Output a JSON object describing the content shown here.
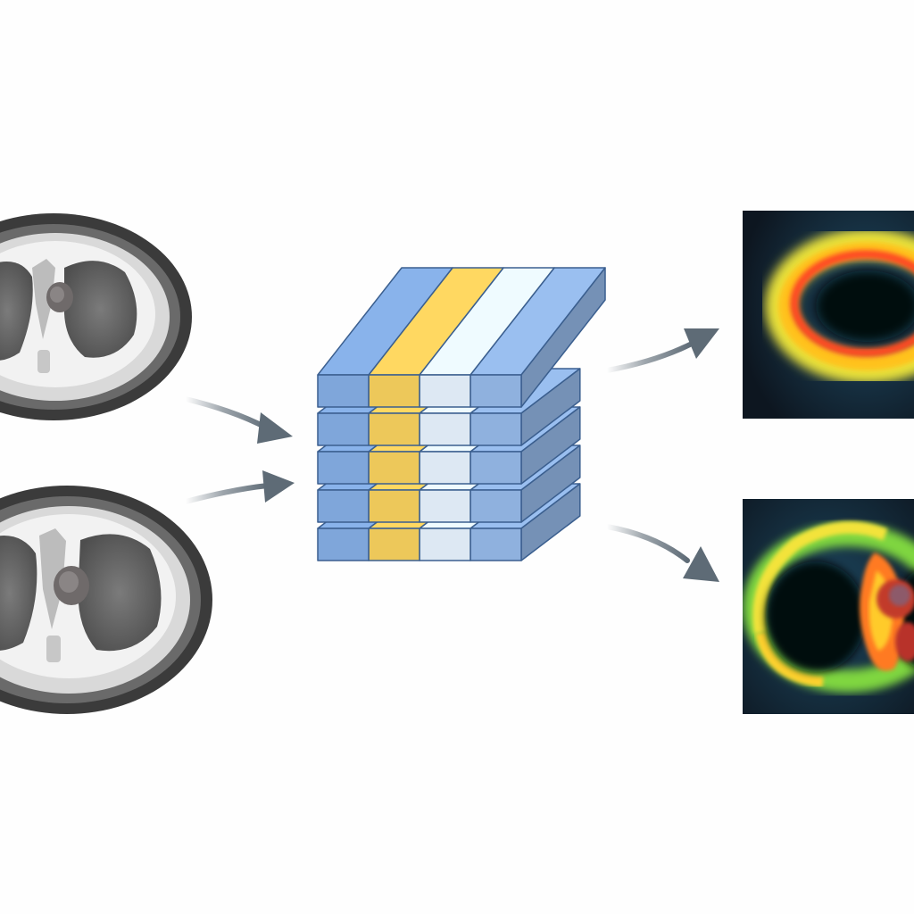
{
  "diagram": {
    "inputs": [
      {
        "name": "ct-scan-upper",
        "icon": "ct-slice-icon"
      },
      {
        "name": "ct-scan-lower",
        "icon": "ct-slice-icon"
      }
    ],
    "model": {
      "icon": "layered-block-stack-icon",
      "layers": 5,
      "column_colors": [
        "#7fa6da",
        "#edc85a",
        "#dde8f3",
        "#8fb1de"
      ]
    },
    "outputs": [
      {
        "name": "ring-heatmap",
        "icon": "heatmap-icon"
      },
      {
        "name": "thorax-heatmap",
        "icon": "heatmap-icon"
      }
    ],
    "colors": {
      "arrow": "#5e6b76",
      "ct_outer": "#3a3a3a",
      "ct_fat": "#d6d6d6",
      "heat_hot": "#ff3a1f",
      "heat_warm": "#ffd93a",
      "heat_cool": "#7fd640",
      "heat_bg": "#0d1620"
    }
  }
}
